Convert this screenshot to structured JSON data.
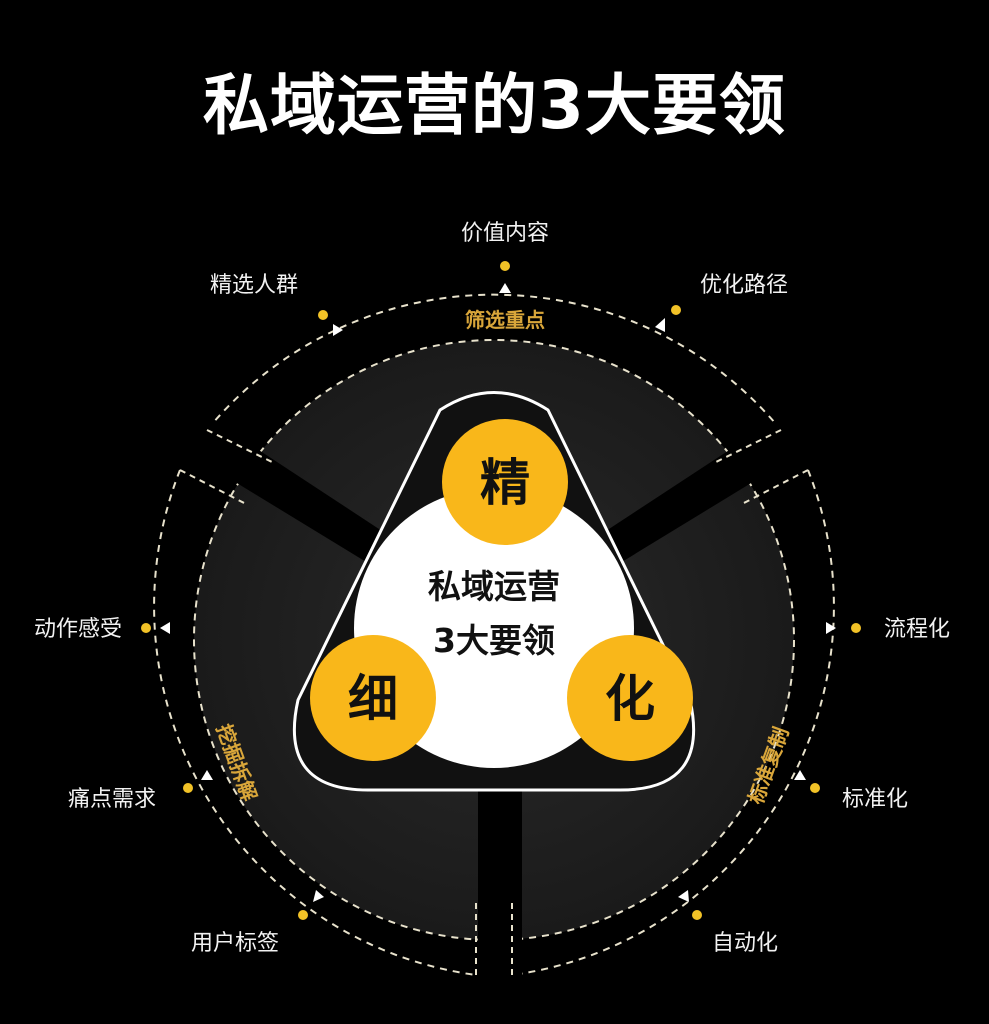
{
  "title": "私域运营的3大要领",
  "center": {
    "line1": "私域运营",
    "line2": "3大要领"
  },
  "pillars": [
    {
      "char": "精",
      "theme": "筛选重点",
      "items": [
        "精选人群",
        "价值内容",
        "优化路径"
      ]
    },
    {
      "char": "细",
      "theme": "挖掘拆解",
      "items": [
        "动作感受",
        "痛点需求",
        "用户标签"
      ]
    },
    {
      "char": "化",
      "theme": "标准复制",
      "items": [
        "流程化",
        "标准化",
        "自动化"
      ]
    }
  ],
  "colors": {
    "background": "#000000",
    "accent": "#f9b71a",
    "gold_text": "#d9a63a",
    "ring": "#1f1f1f",
    "white": "#ffffff"
  }
}
